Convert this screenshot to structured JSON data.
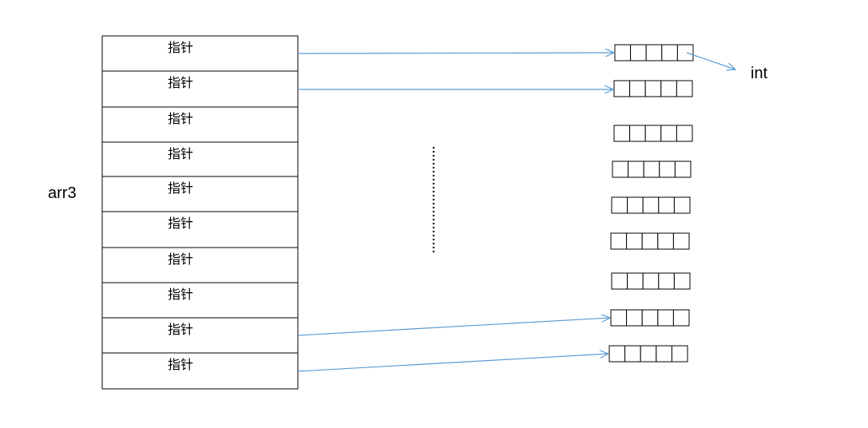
{
  "arr_label": "arr3",
  "int_label": "int",
  "pointer_cells": [
    "指针",
    "指针",
    "指针",
    "指针",
    "指针",
    "指针",
    "指针",
    "指针",
    "指针",
    "指针"
  ],
  "colors": {
    "arrow": "#5b9bd5",
    "outline": "#000000",
    "dots": "#000000"
  }
}
